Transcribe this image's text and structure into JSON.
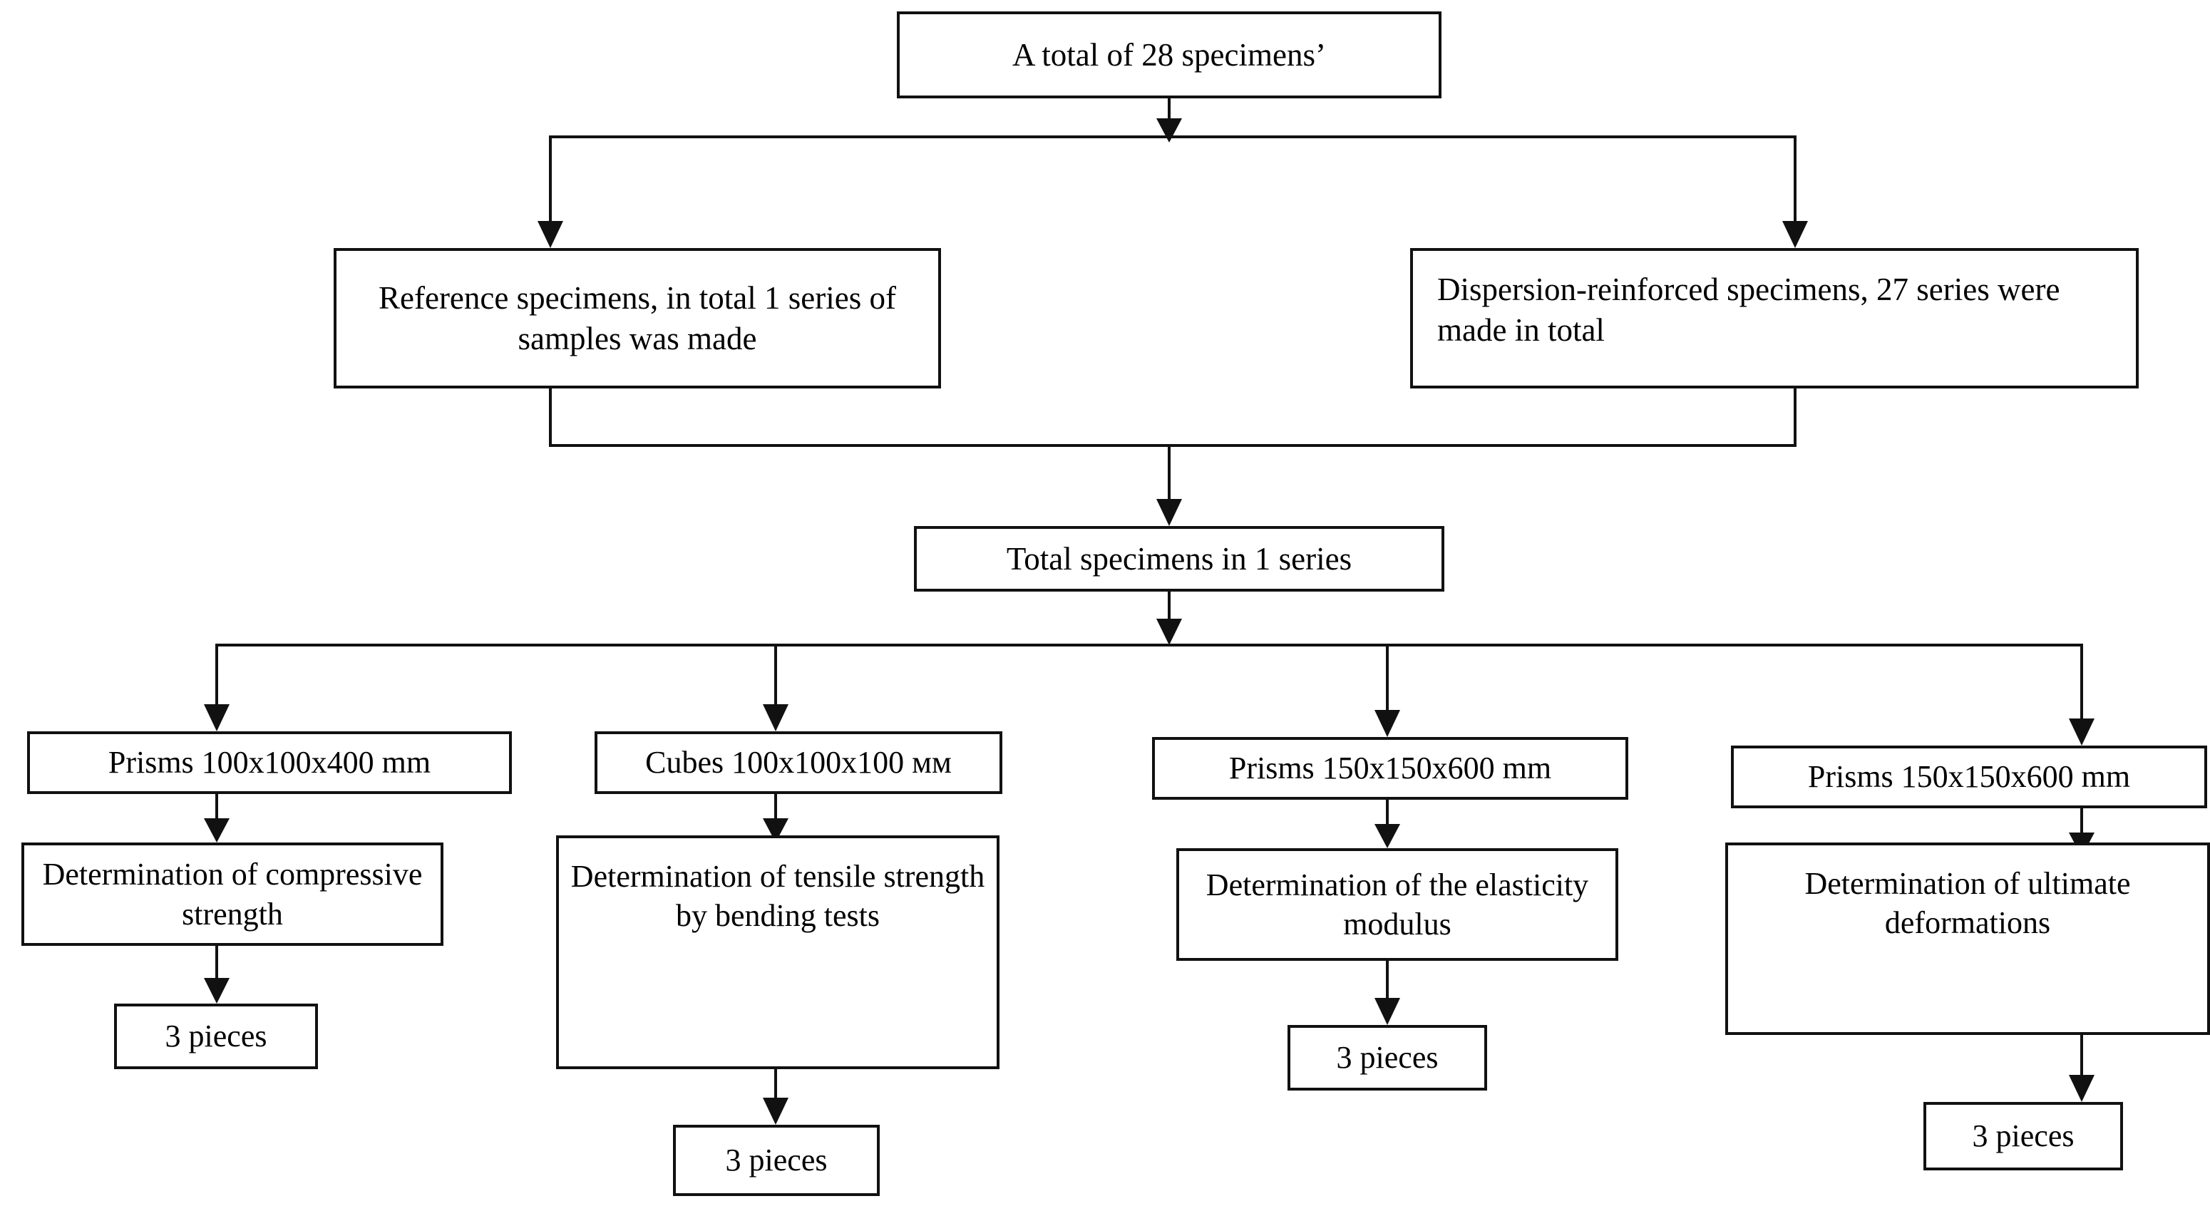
{
  "diagram": {
    "title_node": {
      "id": "total-specimens",
      "text": "A total of 28 specimens’"
    },
    "level2": [
      {
        "id": "reference-specimens",
        "text": "Reference specimens, in total 1 series of samples was made"
      },
      {
        "id": "dispersion-reinforced-specimens",
        "text": "Dispersion-reinforced specimens, 27 series were made in total"
      }
    ],
    "level3": {
      "id": "total-specimens-in-1-series",
      "text": "Total specimens in 1 series"
    },
    "branches": [
      {
        "specimen": "Prisms 100x100x400 mm",
        "test": "Determination of compressive strength",
        "quantity": "3 pieces"
      },
      {
        "specimen": "Cubes 100x100x100 мм",
        "test": "Determination of tensile strength by bending tests",
        "quantity": "3 pieces"
      },
      {
        "specimen": "Prisms 150x150x600 mm",
        "test": "Determination of the elasticity modulus",
        "quantity": "3 pieces"
      },
      {
        "specimen": "Prisms 150x150x600 mm",
        "test": "Determination of ultimate deformations",
        "quantity": "3 pieces"
      }
    ],
    "colors": {
      "stroke": "#111111",
      "background": "#ffffff",
      "text": "#000000"
    }
  }
}
